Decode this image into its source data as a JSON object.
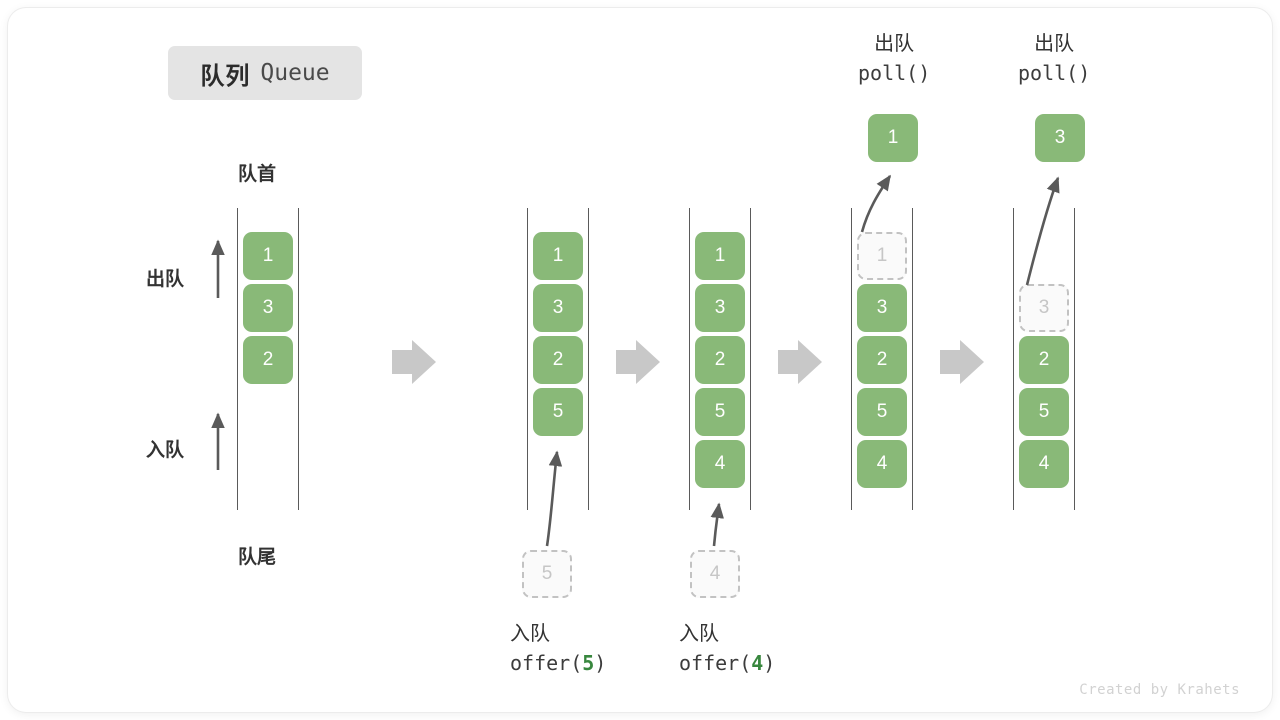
{
  "title": {
    "cn": "队列",
    "en": "Queue"
  },
  "labels": {
    "head": "队首",
    "tail": "队尾",
    "dequeue": "出队",
    "enqueue": "入队"
  },
  "watermark": "Created by Krahets",
  "colors": {
    "element": "#89b978",
    "ghost_border": "#c2c2c2",
    "ghost_text": "#c6c6c6",
    "rail": "#5a5a5a",
    "arrow": "#5a5a5a",
    "step_arrow": "#c8c8c8",
    "accent_arg": "#38873e",
    "badge_bg": "#e4e4e4"
  },
  "columns": [
    {
      "name": "initial",
      "slots": [
        {
          "value": "1",
          "state": "filled"
        },
        {
          "value": "3",
          "state": "filled"
        },
        {
          "value": "2",
          "state": "filled"
        }
      ]
    },
    {
      "name": "after-offer-5",
      "slots": [
        {
          "value": "1",
          "state": "filled"
        },
        {
          "value": "3",
          "state": "filled"
        },
        {
          "value": "2",
          "state": "filled"
        },
        {
          "value": "5",
          "state": "filled"
        }
      ],
      "staged": {
        "value": "5",
        "state": "ghost"
      },
      "caption": {
        "cn": "入队",
        "fn": "offer(",
        "arg": "5",
        "close": ")"
      }
    },
    {
      "name": "after-offer-4",
      "slots": [
        {
          "value": "1",
          "state": "filled"
        },
        {
          "value": "3",
          "state": "filled"
        },
        {
          "value": "2",
          "state": "filled"
        },
        {
          "value": "5",
          "state": "filled"
        },
        {
          "value": "4",
          "state": "filled"
        }
      ],
      "staged": {
        "value": "4",
        "state": "ghost"
      },
      "caption": {
        "cn": "入队",
        "fn": "offer(",
        "arg": "4",
        "close": ")"
      }
    },
    {
      "name": "after-poll-1",
      "slots": [
        {
          "value": "1",
          "state": "ghost"
        },
        {
          "value": "3",
          "state": "filled"
        },
        {
          "value": "2",
          "state": "filled"
        },
        {
          "value": "5",
          "state": "filled"
        },
        {
          "value": "4",
          "state": "filled"
        }
      ],
      "popped": {
        "value": "1"
      },
      "caption": {
        "cn": "出队",
        "fn": "poll()"
      }
    },
    {
      "name": "after-poll-3",
      "slots": [
        {
          "value": "",
          "state": "empty"
        },
        {
          "value": "3",
          "state": "ghost"
        },
        {
          "value": "2",
          "state": "filled"
        },
        {
          "value": "5",
          "state": "filled"
        },
        {
          "value": "4",
          "state": "filled"
        }
      ],
      "popped": {
        "value": "3"
      },
      "caption": {
        "cn": "出队",
        "fn": "poll()"
      }
    }
  ]
}
